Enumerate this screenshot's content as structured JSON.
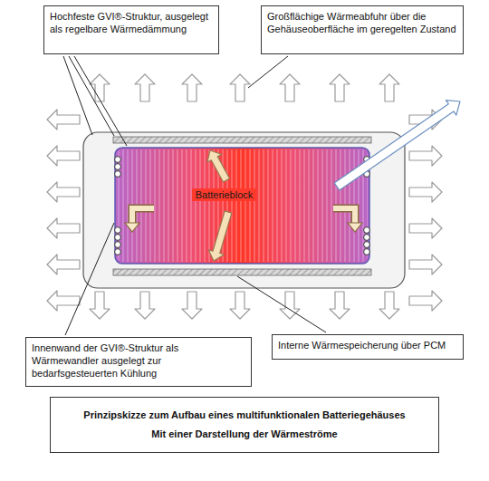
{
  "diagram": {
    "nodes": [
      {
        "text": [
          "Hochfeste GVI®-Struktur, ausgelegt als regelbare Wärmedämmung"
        ]
      },
      {
        "text": [
          "Großflächige Wärmeabfuhr über die Gehäuseoberfläche im geregelten Zustand"
        ]
      },
      {
        "text": [
          "Batterieblock"
        ]
      },
      {
        "text": [
          "Innenwand der GVI®-Struktur als Wärmewandler ausgelegt zur bedarfsgesteuerten Kühlung"
        ]
      },
      {
        "text": [
          "Interne Wärmespeicherung über PCM"
        ]
      },
      {
        "text": [
          "Prinzipskizze zum Aufbau eines multifunktionalen Batteriegehäuses",
          "Mit einer Darstellung der Wärmeströme"
        ]
      }
    ]
  }
}
